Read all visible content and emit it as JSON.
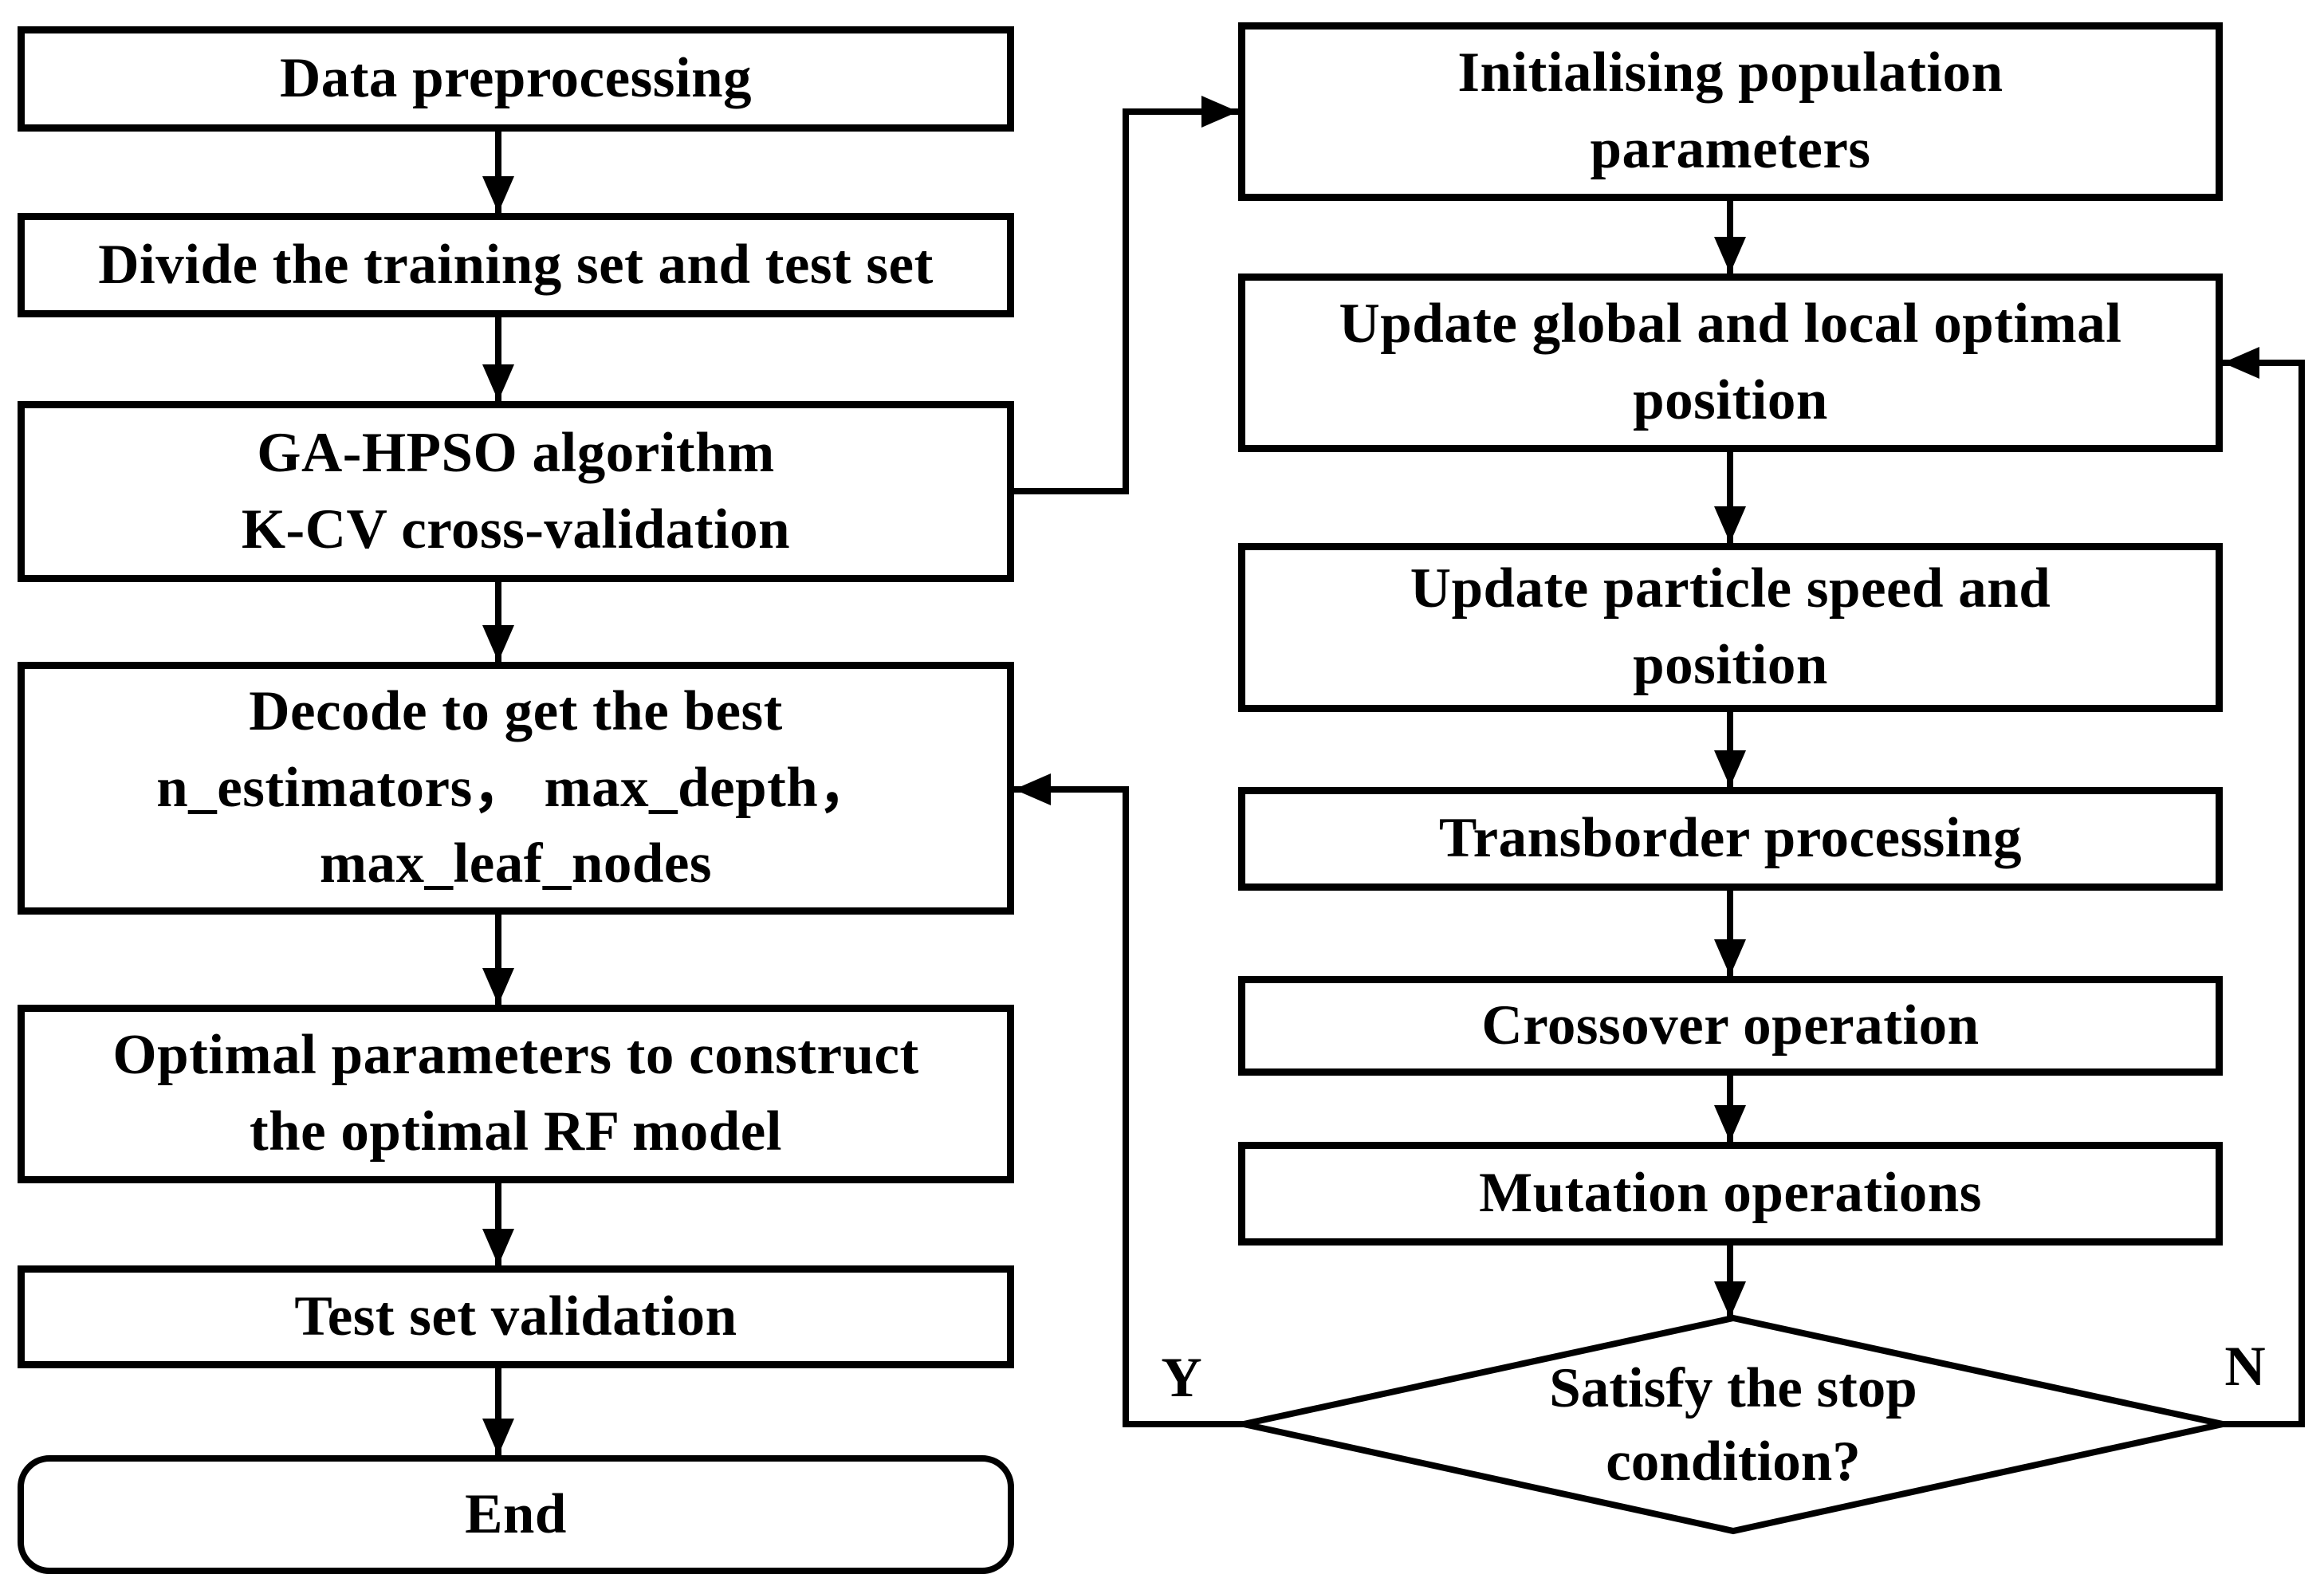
{
  "fc": {
    "colors": {
      "stroke": "#000000",
      "background": "#ffffff"
    },
    "left": [
      {
        "key": "data-preprocessing",
        "label": "Data preprocessing"
      },
      {
        "key": "divide-train-test",
        "label": "Divide the training set and test set"
      },
      {
        "key": "ga-hpso-kcv",
        "label": "GA-HPSO algorithm\nK-CV cross-validation"
      },
      {
        "key": "decode-best-params",
        "label": "Decode to get the best\nn_estimators， max_depth，\nmax_leaf_nodes"
      },
      {
        "key": "optimal-rf-model",
        "label": "Optimal parameters to construct\nthe optimal RF model"
      },
      {
        "key": "test-set-validation",
        "label": "Test set validation"
      },
      {
        "key": "end",
        "label": "End"
      }
    ],
    "right": [
      {
        "key": "init-population",
        "label": "Initialising population\nparameters"
      },
      {
        "key": "update-global-local",
        "label": "Update global and local optimal\nposition"
      },
      {
        "key": "update-particle",
        "label": "Update particle speed and\nposition"
      },
      {
        "key": "transborder",
        "label": "Transborder processing"
      },
      {
        "key": "crossover",
        "label": "Crossover operation"
      },
      {
        "key": "mutation",
        "label": "Mutation operations"
      }
    ],
    "decision": {
      "label": "Satisfy the stop\ncondition?"
    },
    "branch_labels": {
      "yes": "Y",
      "no": "N"
    }
  }
}
